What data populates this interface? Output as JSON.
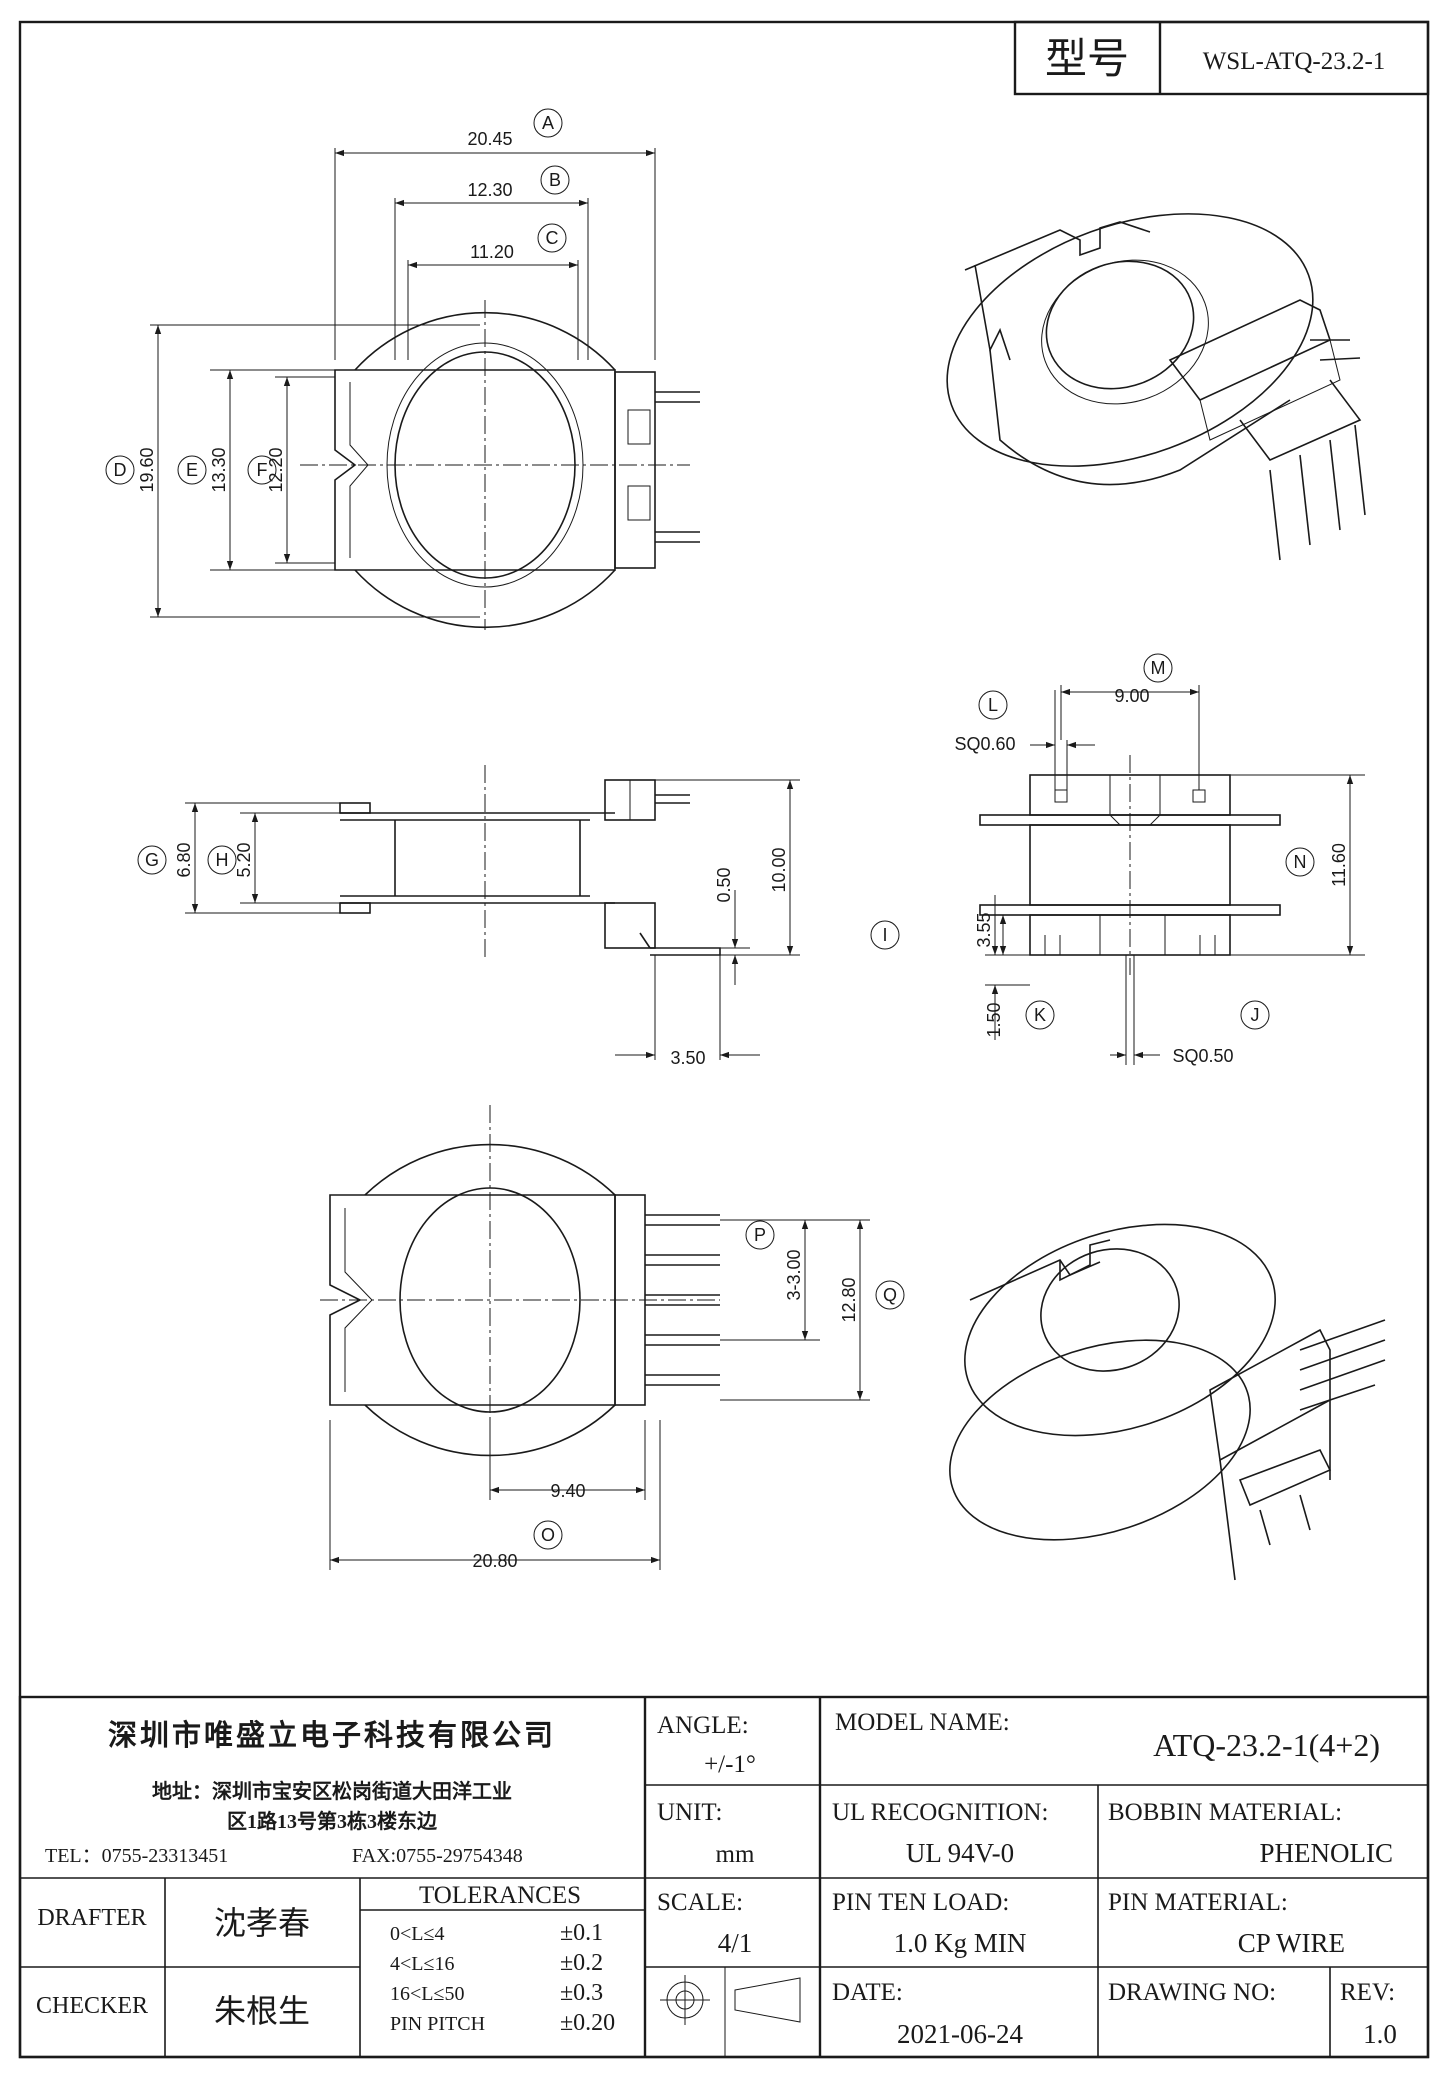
{
  "header": {
    "type_label": "型号",
    "type_value": "WSL-ATQ-23.2-1"
  },
  "dimensions": {
    "A": "20.45",
    "B": "12.30",
    "C": "11.20",
    "D": "19.60",
    "E": "13.30",
    "F": "12.20",
    "G": "6.80",
    "H": "5.20",
    "I": "3.55",
    "J": "SQ0.50",
    "K": "1.50",
    "L": "SQ0.60",
    "M": "9.00",
    "N": "11.60",
    "O": "20.80",
    "P": "3-3.00",
    "Q": "12.80",
    "pin_dist": "0.50",
    "height_10": "10.00",
    "pin_ext": "3.50",
    "pin_pos": "9.40"
  },
  "markers": [
    "A",
    "B",
    "C",
    "D",
    "E",
    "F",
    "G",
    "H",
    "I",
    "J",
    "K",
    "L",
    "M",
    "N",
    "O",
    "P",
    "Q"
  ],
  "title_block": {
    "company": "深圳市唯盛立电子科技有限公司",
    "address_1": "地址：深圳市宝安区松岗街道大田洋工业",
    "address_2": "区1路13号第3栋3楼东边",
    "tel": "TEL：0755-23313451",
    "fax": "FAX:0755-29754348",
    "angle_label": "ANGLE:",
    "angle_value": "+/-1°",
    "model_label": "MODEL NAME:",
    "model_value": "ATQ-23.2-1(4+2)",
    "unit_label": "UNIT:",
    "unit_value": "mm",
    "ul_label": "UL RECOGNITION:",
    "ul_value": "UL 94V-0",
    "bobbin_label": "BOBBIN MATERIAL:",
    "bobbin_value": "PHENOLIC",
    "drafter_label": "DRAFTER",
    "drafter_value": "沈孝春",
    "tolerances_label": "TOLERANCES",
    "tolerances": [
      {
        "range": "0<L≤4",
        "value": "±0.1"
      },
      {
        "range": "4<L≤16",
        "value": "±0.2"
      },
      {
        "range": "16<L≤50",
        "value": "±0.3"
      },
      {
        "range": "PIN PITCH",
        "value": "±0.20"
      }
    ],
    "scale_label": "SCALE:",
    "scale_value": "4/1",
    "pin_load_label": "PIN TEN LOAD:",
    "pin_load_value": "1.0 Kg MIN",
    "pin_material_label": "PIN MATERIAL:",
    "pin_material_value": "CP WIRE",
    "checker_label": "CHECKER",
    "checker_value": "朱根生",
    "date_label": "DATE:",
    "date_value": "2021-06-24",
    "drawing_no_label": "DRAWING NO:",
    "drawing_no_value": "",
    "rev_label": "REV:",
    "rev_value": "1.0"
  }
}
